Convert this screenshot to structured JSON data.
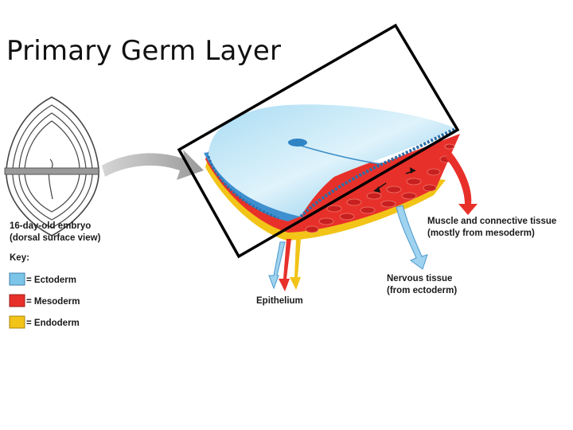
{
  "slide": {
    "title": "Primary Germ Layer"
  },
  "embryo": {
    "caption_line1": "16-day-old embryo",
    "caption_line2": "(dorsal surface view)"
  },
  "key": {
    "title": "Key:",
    "items": [
      {
        "label": "= Ectoderm",
        "color": "#7cc4e8"
      },
      {
        "label": "= Mesoderm",
        "color": "#e8302a"
      },
      {
        "label": "= Endoderm",
        "color": "#f2c418"
      }
    ]
  },
  "callouts": {
    "muscle_line1": "Muscle and connective tissue",
    "muscle_line2": "(mostly from mesoderm)",
    "nervous_line1": "Nervous tissue",
    "nervous_line2": "(from ectoderm)",
    "epithelium": "Epithelium"
  }
}
